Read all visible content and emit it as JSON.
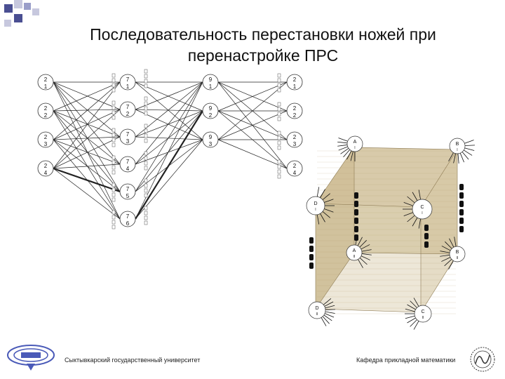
{
  "title": {
    "line1": "Последовательность перестановки ножей при",
    "line2": "перенастройке ПРС"
  },
  "nodes": {
    "col1": [
      [
        "2",
        "1"
      ],
      [
        "2",
        "2"
      ],
      [
        "2",
        "3"
      ],
      [
        "2",
        "4"
      ]
    ],
    "col2": [
      [
        "7",
        "1"
      ],
      [
        "7",
        "2"
      ],
      [
        "7",
        "3"
      ],
      [
        "7",
        "4"
      ],
      [
        "7",
        "5"
      ],
      [
        "7",
        "6"
      ]
    ],
    "col3": [
      [
        "9",
        "1"
      ],
      [
        "9",
        "2"
      ],
      [
        "9",
        "3"
      ]
    ],
    "col4": [
      [
        "2",
        "1"
      ],
      [
        "2",
        "2"
      ],
      [
        "2",
        "3"
      ],
      [
        "2",
        "4"
      ]
    ]
  },
  "stand": {
    "A1": [
      "A",
      "I"
    ],
    "B1": [
      "B",
      "I"
    ],
    "C1": [
      "C",
      "I"
    ],
    "D1": [
      "D",
      "I"
    ],
    "A2": [
      "A",
      "II"
    ],
    "B2": [
      "B",
      "II"
    ],
    "C2": [
      "C",
      "II"
    ],
    "D2": [
      "D",
      "II"
    ]
  },
  "footer": {
    "left": "Сыктывкарский государственный университет",
    "right": "Кафедра прикладной математики"
  },
  "colors": {
    "stand_fill": "#cbb98e",
    "knife": "#111111",
    "line": "#222222"
  }
}
